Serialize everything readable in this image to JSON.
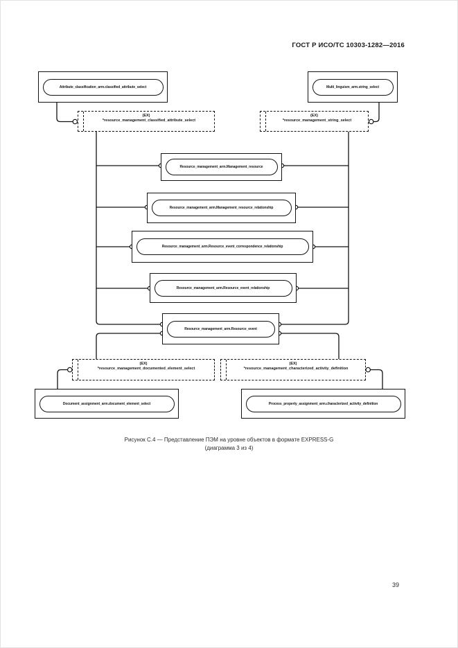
{
  "page": {
    "header": "ГОСТ Р ИСО/ТС 10303-1282—2016",
    "caption": {
      "line1": "Рисунок С.4 — Представление ПЭМ на уровне объектов в формате EXPRESS-G",
      "line2": "(диаграмма 3 из 4)"
    },
    "page_number": "39"
  },
  "diagram": {
    "type": "express-g",
    "figure": "C.4",
    "nodes": {
      "attribute_classification": "Attribute_classification_arm.classified_attribute_select",
      "multi_linguism": "Multi_linguism_arm.string_select",
      "ref_classified_attribute": {
        "tag": "(EX)",
        "name": "*resource_management_classified_attribute_select"
      },
      "ref_string_select": {
        "tag": "(EX)",
        "name": "*resource_management_string_select"
      },
      "management_resource": "Resource_management_arm.Management_resource",
      "management_resource_relationship": "Resource_management_arm.Management_resource_relationship",
      "resource_event_correspondence_relationship": "Resource_management_arm.Resource_event_correspondence_relationship",
      "resource_event_relationship": "Resource_management_arm.Resource_event_relationship",
      "resource_event": "Resource_management_arm.Resource_event",
      "ref_documented_element": {
        "tag": "(EX)",
        "name": "*resource_management_documented_element_select"
      },
      "ref_characterized_activity": {
        "tag": "(EX)",
        "name": "*resource_management_characterized_activity_definition"
      },
      "document_assignment": "Document_assignment_arm.document_element_select",
      "process_property_assignment": "Process_property_assignment_arm.characterized_activity_definition"
    }
  }
}
